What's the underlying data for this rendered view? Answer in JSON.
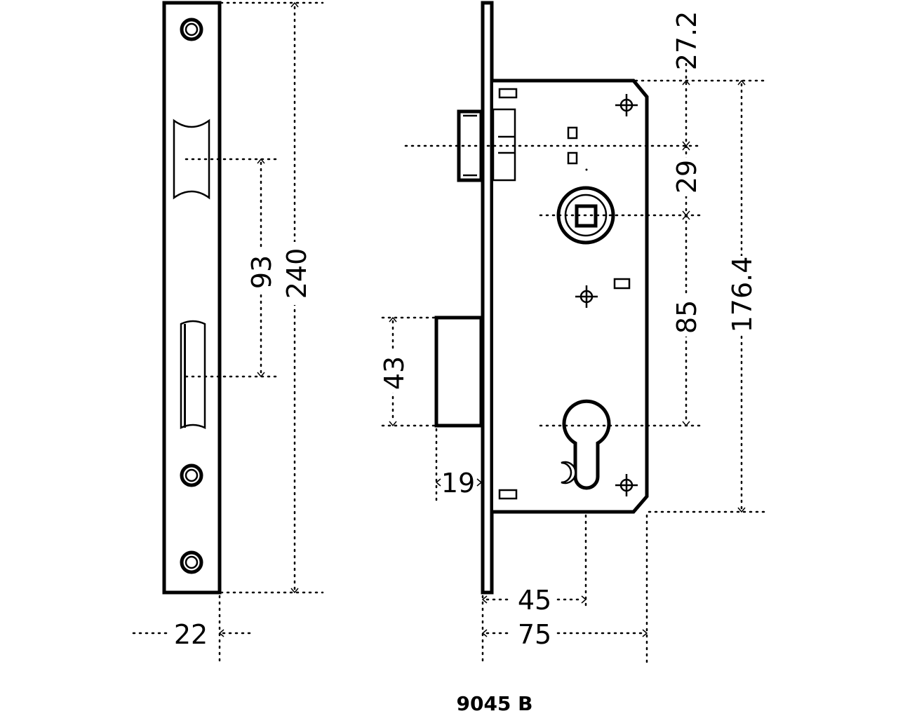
{
  "title": "9045 B",
  "faceplate_dimensions": {
    "height": "240",
    "cutout_spacing": "93",
    "width": "22"
  },
  "lock_dimensions": {
    "top_to_body": "27.2",
    "latch_to_follower": "29",
    "follower_to_cylinder": "85",
    "body_height": "176.4",
    "bolt_height": "43",
    "bolt_throw": "19",
    "backset": "45",
    "body_depth": "75"
  }
}
